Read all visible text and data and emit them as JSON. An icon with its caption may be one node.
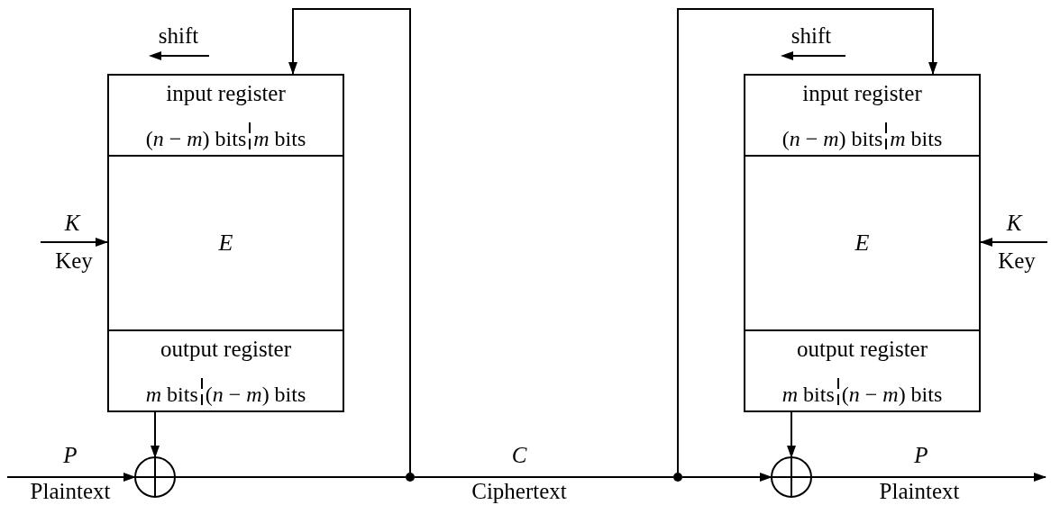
{
  "diagram": {
    "nodes": [
      {
        "text": [
          "input register",
          "(*n* − *m*) bits",
          "*m* bits"
        ]
      },
      {
        "text": [
          "E"
        ]
      },
      {
        "text": [
          "output register",
          "*m* bits",
          "(*n* − *m*) bits"
        ]
      },
      {
        "text": [],
        "shape": "circle"
      },
      {
        "text": [
          "input register",
          "(*n* − *m*) bits",
          "*m* bits"
        ]
      },
      {
        "text": [
          "E"
        ]
      },
      {
        "text": [
          "output register",
          "*m* bits",
          "(*n* − *m*) bits"
        ]
      },
      {
        "text": [],
        "shape": "circle"
      },
      {
        "text": [],
        "shape": "dot"
      },
      {
        "text": [],
        "shape": "dot"
      }
    ],
    "edges": [
      {
        "from": null,
        "to": 1,
        "arrow": "to"
      },
      {
        "from": 2,
        "to": 3,
        "arrow": "to"
      },
      {
        "from": null,
        "to": 3,
        "arrow": "to"
      },
      {
        "from": 3,
        "to": 8,
        "arrow": "none"
      },
      {
        "from": 8,
        "to": 0,
        "arrow": "to"
      },
      {
        "from": 8,
        "to": 9,
        "arrow": "none"
      },
      {
        "from": 9,
        "to": 4,
        "arrow": "to"
      },
      {
        "from": 9,
        "to": 7,
        "arrow": "to"
      },
      {
        "from": 6,
        "to": 7,
        "arrow": "to"
      },
      {
        "from": 7,
        "to": null,
        "arrow": "to"
      },
      {
        "from": null,
        "to": 5,
        "arrow": "to"
      }
    ],
    "labels": [
      "shift",
      "shift",
      "K",
      "Key",
      "K",
      "Key",
      "P",
      "C",
      "P",
      "Plaintext",
      "Ciphertext",
      "Plaintext"
    ]
  }
}
